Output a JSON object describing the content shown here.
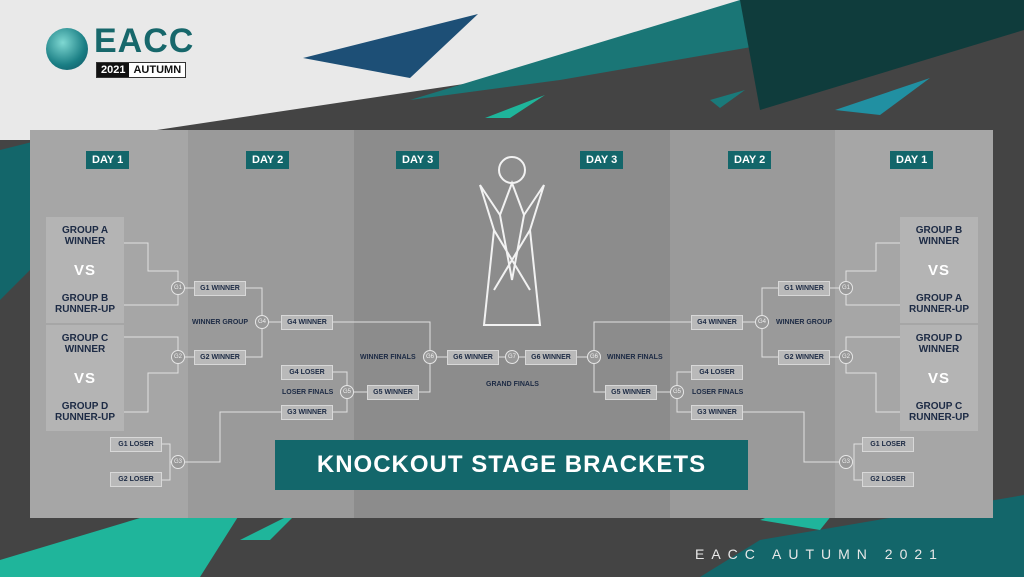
{
  "logo": {
    "name": "EACC",
    "edition_year": "2021",
    "edition_season": "AUTUMN"
  },
  "days": {
    "left": [
      "DAY 1",
      "DAY 2",
      "DAY 3"
    ],
    "right": [
      "DAY 3",
      "DAY 2",
      "DAY 1"
    ]
  },
  "groups": {
    "left": [
      {
        "top": "GROUP A WINNER",
        "vs": "VS",
        "bottom": "GROUP B RUNNER-UP"
      },
      {
        "top": "GROUP C WINNER",
        "vs": "VS",
        "bottom": "GROUP D RUNNER-UP"
      }
    ],
    "right": [
      {
        "top": "GROUP B WINNER",
        "vs": "VS",
        "bottom": "GROUP A RUNNER-UP"
      },
      {
        "top": "GROUP D WINNER",
        "vs": "VS",
        "bottom": "GROUP C RUNNER-UP"
      }
    ]
  },
  "slots": {
    "g1_winner": "G1 WINNER",
    "g2_winner": "G2 WINNER",
    "g4_winner": "G4 WINNER",
    "g4_loser": "G4 LOSER",
    "g3_winner": "G3 WINNER",
    "g5_winner": "G5 WINNER",
    "g6_winner": "G6 WINNER",
    "g1_loser": "G1 LOSER",
    "g2_loser": "G2 LOSER"
  },
  "games": {
    "g1": "G1",
    "g2": "G2",
    "g3": "G3",
    "g4": "G4",
    "g5": "G5",
    "g6": "G6",
    "g7": "G7"
  },
  "stage_labels": {
    "winner_group": "WINNER GROUP",
    "loser_finals": "LOSER FINALS",
    "winner_finals": "WINNER FINALS",
    "grand_finals": "GRAND FINALS"
  },
  "banner": "KNOCKOUT STAGE BRACKETS",
  "footer": "EACC AUTUMN 2021",
  "colors": {
    "teal": "#13666a",
    "navy": "#1c4a6e",
    "bright_teal": "#1fb59b"
  }
}
